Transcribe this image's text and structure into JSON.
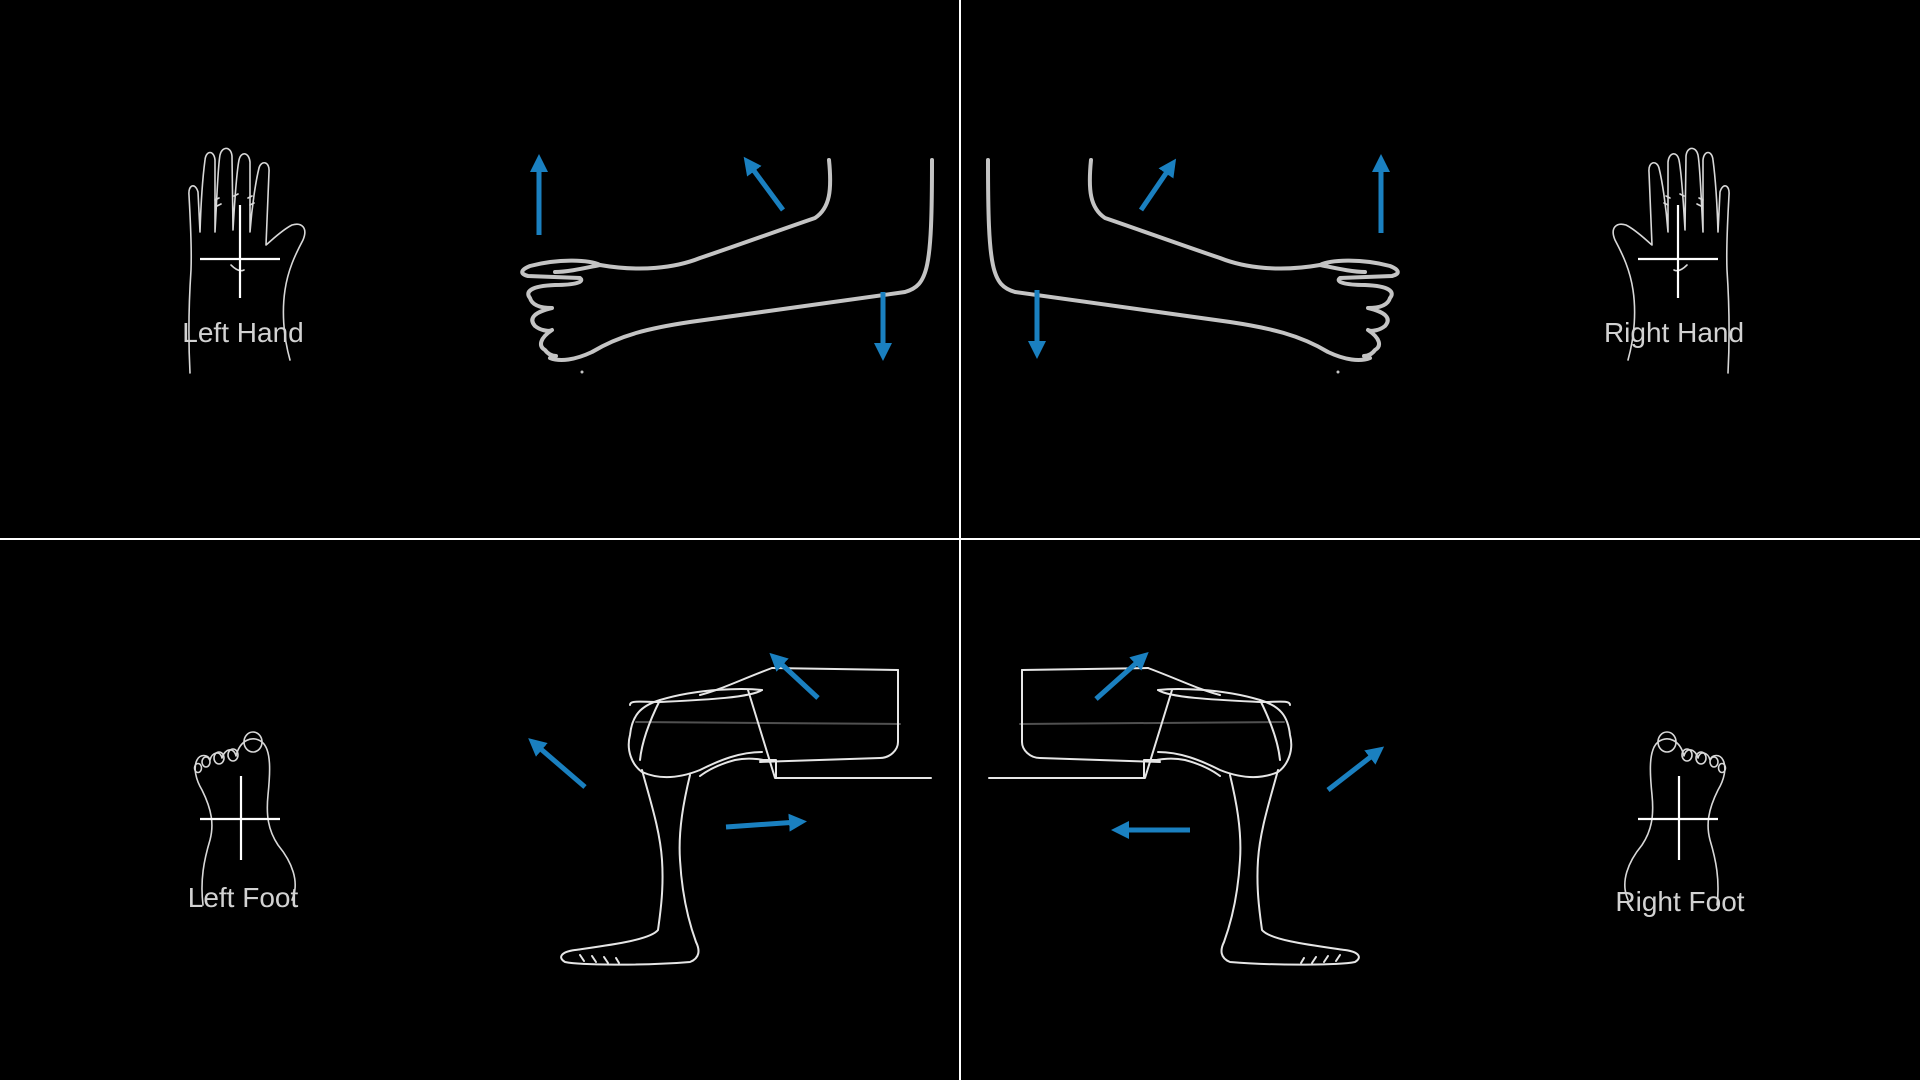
{
  "labels": {
    "left_hand": "Left Hand",
    "right_hand": "Right Hand",
    "left_foot": "Left Foot",
    "right_foot": "Right Foot"
  },
  "colors": {
    "background": "#000000",
    "arrow": "#1a80c0",
    "outline": "#c4c4c4",
    "divider": "#ffffff",
    "label": "#d2d2d2"
  },
  "icons": {
    "quadrant_hand_left": "hand-crosshair-icon",
    "quadrant_hand_right": "hand-crosshair-icon",
    "quadrant_foot_left": "foot-crosshair-icon",
    "quadrant_foot_right": "foot-crosshair-icon",
    "arrow": "arrow-icon"
  }
}
